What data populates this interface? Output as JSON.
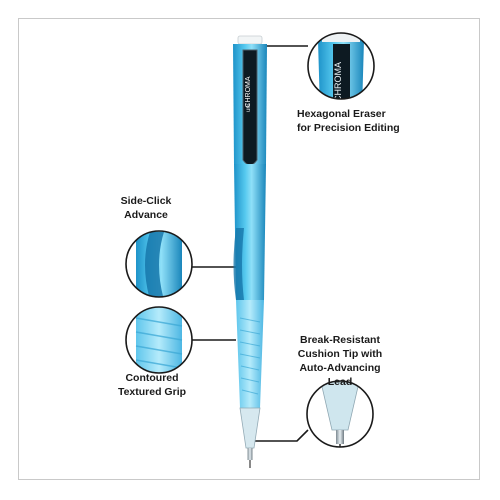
{
  "callouts": {
    "eraser": {
      "lines": [
        "Hexagonal Eraser",
        "for Precision Editing"
      ]
    },
    "advance": {
      "lines": [
        "Side-Click",
        "Advance"
      ]
    },
    "tip": {
      "lines": [
        "Break-Resistant",
        "Cushion Tip with",
        "Auto-Advancing",
        "Lead"
      ]
    },
    "grip": {
      "lines": [
        "Contoured",
        "Textured Grip"
      ]
    }
  },
  "pen": {
    "brand_text": "uni",
    "model_text": "CHROMA"
  },
  "colors": {
    "barrel": "#3fbde8",
    "barrel_dark": "#1c8fc4",
    "grip": "#7fd3f2",
    "connector": "#1a1a1a",
    "text": "#1a1a1a",
    "border": "#c9c9c9"
  }
}
